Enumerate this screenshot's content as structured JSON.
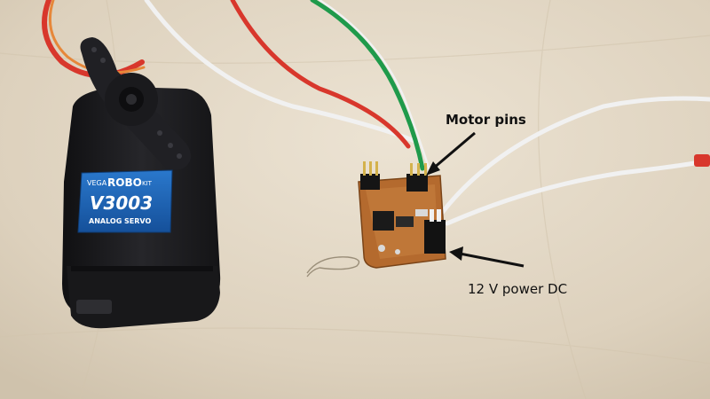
{
  "annotations": {
    "motor_pins": "Motor pins",
    "power": "12 V power DC"
  },
  "servo_label": {
    "brand_prefix": "VEGA",
    "brand_main": "ROBO",
    "brand_suffix": "KIT",
    "model": "V3003",
    "type": "ANALOG SERVO"
  },
  "colors": {
    "table": "#e3d8c6",
    "servo_body": "#1c1c1e",
    "label_blue": "#1d63b5",
    "pcb": "#b46a2e",
    "wire_red": "#d8372c",
    "wire_green": "#1f9a4b",
    "wire_white": "#f1f1f1"
  }
}
